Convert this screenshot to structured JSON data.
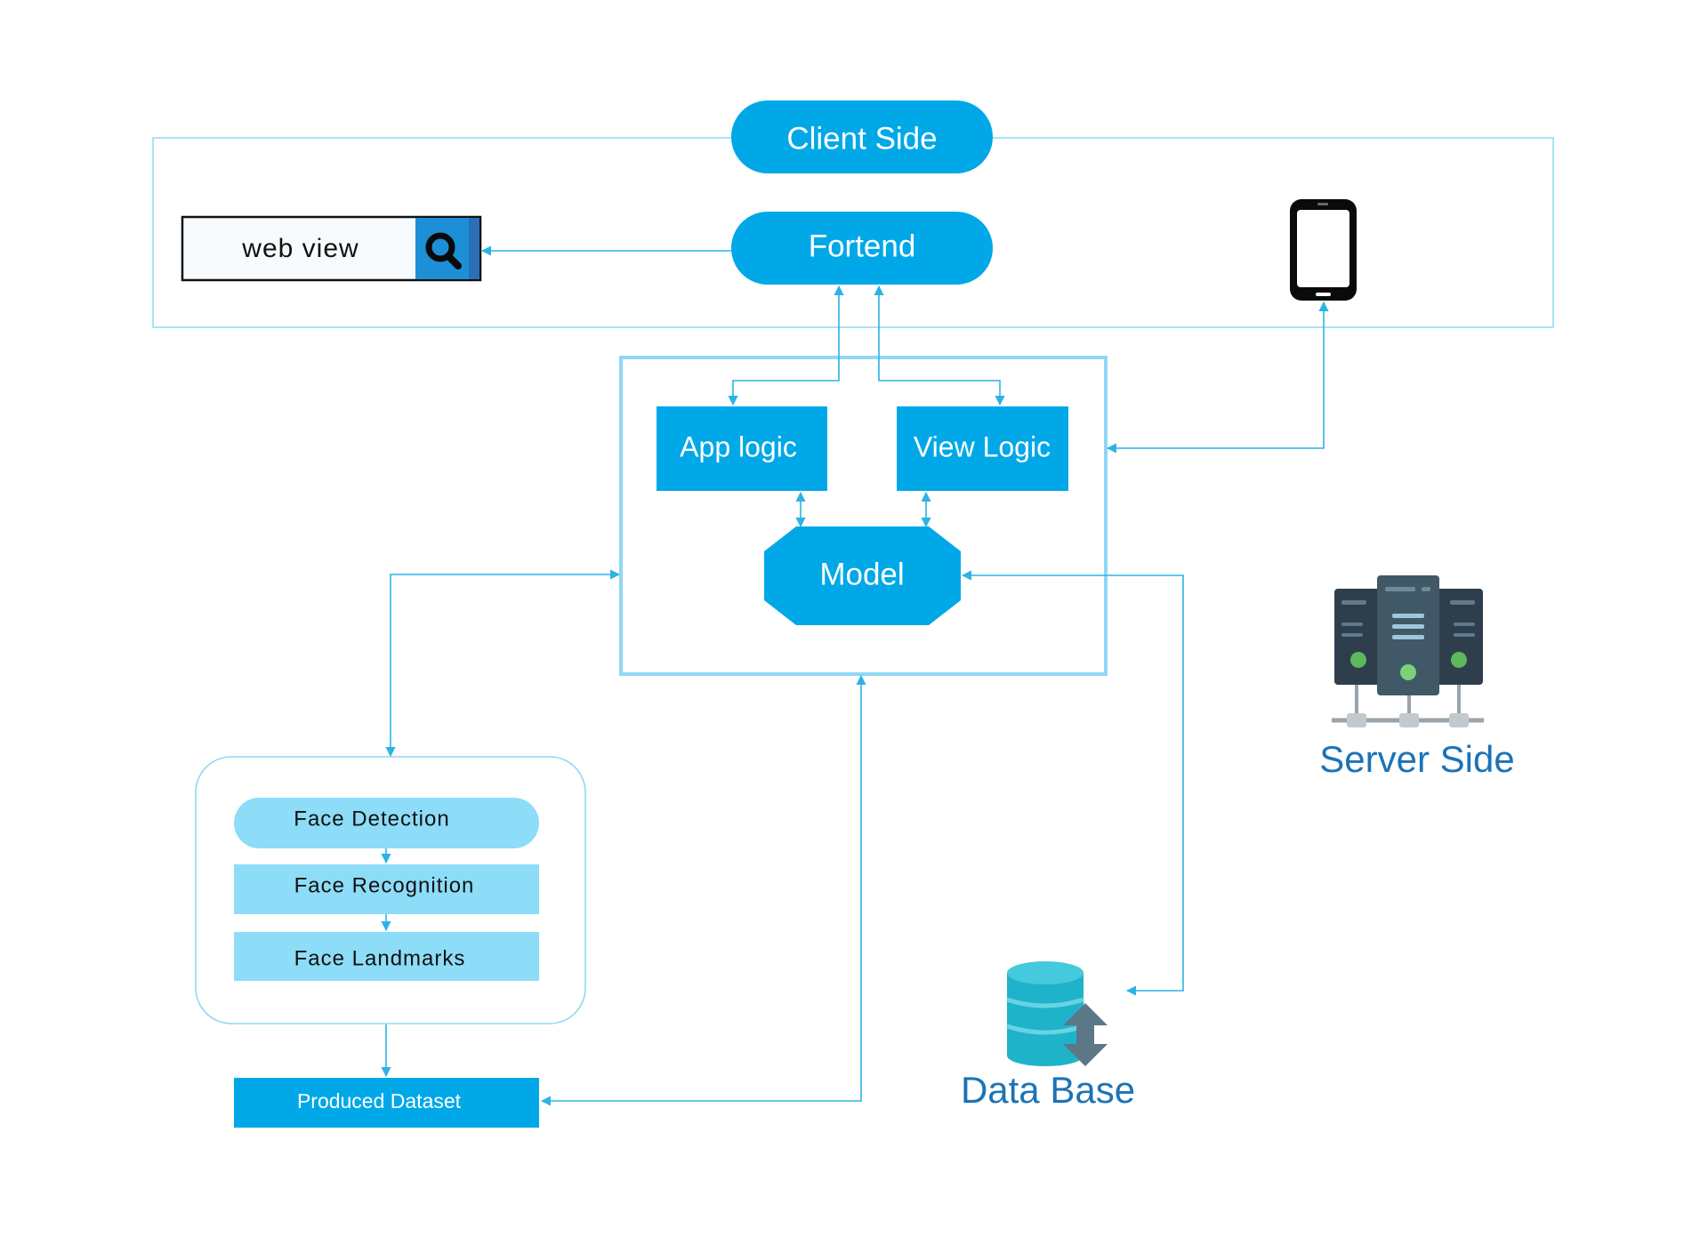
{
  "colors": {
    "accent": "#00a8e8",
    "line": "#2cb3e6",
    "frame_light": "#8fd8f4",
    "pill_light": "#8ddcf8",
    "label_blue": "#1c73b5",
    "text_dark": "#111111",
    "server_dark": "#2f3e4d",
    "server_mid": "#415867",
    "server_led": "#5cb85c",
    "db_teal": "#1fb3c9",
    "db_arrow": "#5c7786"
  },
  "client": {
    "title": "Client Side",
    "frontend_label": "Fortend",
    "web_view_label": "web view",
    "search_icon": "search-icon",
    "device_icon": "mobile-device-icon"
  },
  "mvc": {
    "app_logic_label": "App logic",
    "view_logic_label": "View Logic",
    "model_label": "Model"
  },
  "pipeline": {
    "steps": [
      "Face Detection",
      "Face Recognition",
      "Face Landmarks"
    ],
    "output_label": "Produced Dataset"
  },
  "server": {
    "label": "Server Side",
    "icon": "server-rack-icon"
  },
  "database": {
    "label": "Data Base",
    "icon": "database-icon"
  }
}
